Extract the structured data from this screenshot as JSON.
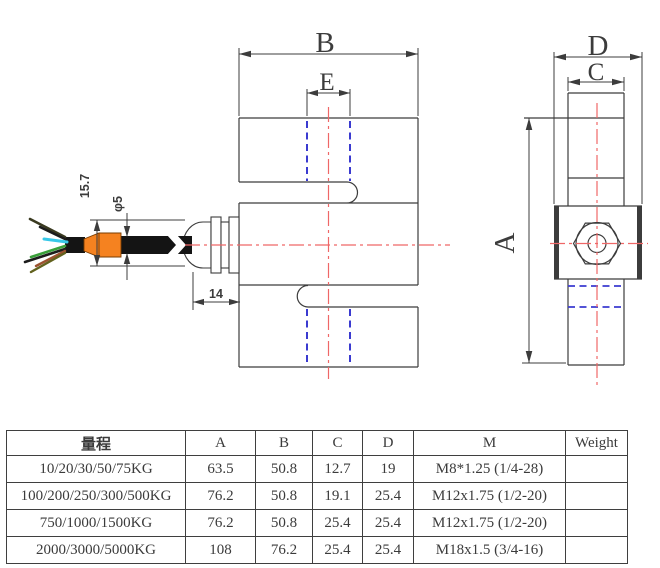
{
  "drawing": {
    "front_view": {
      "dim_width_label": "B",
      "dim_thread_spacing_label": "E",
      "dim_sleeve_diameter": "15.7",
      "dim_cable_diameter": "φ5",
      "dim_gland_length": "14"
    },
    "side_view": {
      "dim_outer_width_label": "D",
      "dim_column_width_label": "C",
      "dim_height_label": "A"
    },
    "colors": {
      "outline": "#3c3c3c",
      "centerline_red": "#ef6767",
      "hidden_line_blue": "#3b3bd0",
      "sleeve_orange": "#f58220",
      "cable_black": "#141414",
      "wire_cyan": "#38c8e8",
      "wire_green": "#3aa03a",
      "wire_brown": "#9c5230",
      "wire_olive": "#62621e"
    }
  },
  "table": {
    "headers": [
      "量程",
      "A",
      "B",
      "C",
      "D",
      "M",
      "Weight"
    ],
    "rows": [
      [
        "10/20/30/50/75KG",
        "63.5",
        "50.8",
        "12.7",
        "19",
        "M8*1.25 (1/4-28)",
        ""
      ],
      [
        "100/200/250/300/500KG",
        "76.2",
        "50.8",
        "19.1",
        "25.4",
        "M12x1.75 (1/2-20)",
        ""
      ],
      [
        "750/1000/1500KG",
        "76.2",
        "50.8",
        "25.4",
        "25.4",
        "M12x1.75 (1/2-20)",
        ""
      ],
      [
        "2000/3000/5000KG",
        "108",
        "76.2",
        "25.4",
        "25.4",
        "M18x1.5 (3/4-16)",
        ""
      ]
    ]
  }
}
